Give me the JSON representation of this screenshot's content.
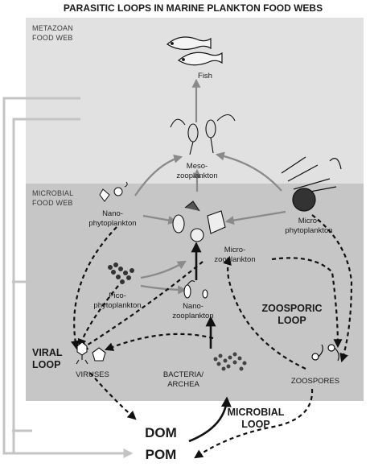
{
  "title": "PARASITIC LOOPS IN MARINE PLANKTON FOOD WEBS",
  "sections": {
    "metazoan": [
      "METAZOAN",
      "FOOD WEB"
    ],
    "microbial": [
      "MICROBIAL",
      "FOOD WEB"
    ]
  },
  "nodes": {
    "fish": [
      "Fish"
    ],
    "mesozooplankton": [
      "Meso-",
      "zooplankton"
    ],
    "nanophytoplankton": [
      "Nano-",
      "phytoplankton"
    ],
    "microphytoplankton": [
      "Micro-",
      "phytoplankton"
    ],
    "microzooplankton": [
      "Micro-",
      "zooplankton"
    ],
    "picophytoplankton": [
      "Pico-",
      "phytoplankton"
    ],
    "nanozooplankton": [
      "Nano-",
      "zooplankton"
    ],
    "viruses": [
      "VIRUSES"
    ],
    "bacteria": [
      "BACTERIA/",
      "ARCHEA"
    ],
    "zoospores": [
      "ZOOSPORES"
    ],
    "dom": [
      "DOM"
    ],
    "pom": [
      "POM"
    ]
  },
  "loops": {
    "viral": [
      "VIRAL",
      "LOOP"
    ],
    "zoosporic": [
      "ZOOSPORIC",
      "LOOP"
    ],
    "microbial": [
      "MICROBIAL",
      "LOOP"
    ]
  },
  "colors": {
    "metazoan_bg": "#e1e1e1",
    "microbial_bg": "#c6c6c6",
    "gray_arrow": "#8a8a8a",
    "light_arrow": "#c4c4c4",
    "dark_arrow": "#111111"
  }
}
